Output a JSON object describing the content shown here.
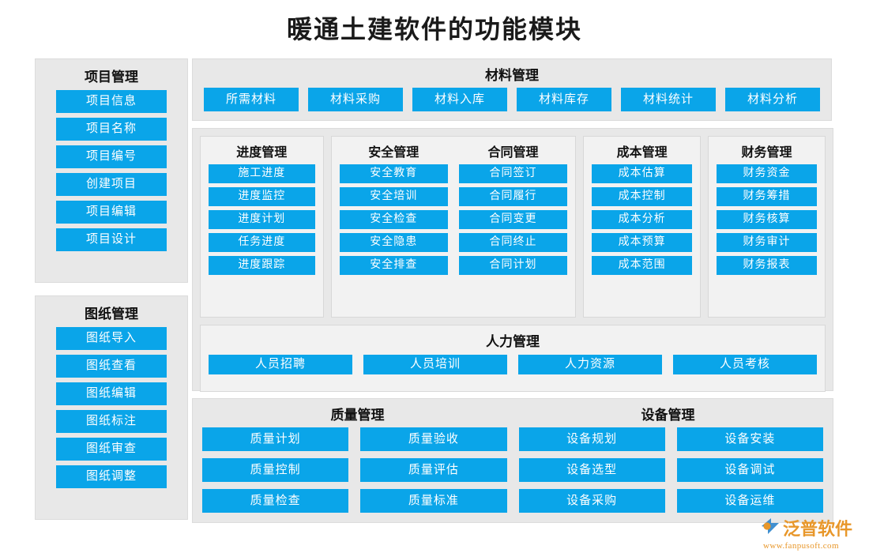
{
  "page": {
    "title": "暖通土建软件的功能模块",
    "accent_color": "#0aa5e9",
    "panel_bg": "#e8e8e8",
    "inner_bg": "#f2f2f2",
    "logo_color": "#e8972a"
  },
  "project": {
    "title": "项目管理",
    "items": [
      "项目信息",
      "项目名称",
      "项目编号",
      "创建项目",
      "项目编辑",
      "项目设计"
    ]
  },
  "drawing": {
    "title": "图纸管理",
    "items": [
      "图纸导入",
      "图纸查看",
      "图纸编辑",
      "图纸标注",
      "图纸审查",
      "图纸调整"
    ]
  },
  "material": {
    "title": "材料管理",
    "items": [
      "所需材料",
      "材料采购",
      "材料入库",
      "材料库存",
      "材料统计",
      "材料分析"
    ]
  },
  "progress": {
    "title": "进度管理",
    "items": [
      "施工进度",
      "进度监控",
      "进度计划",
      "任务进度",
      "进度跟踪"
    ]
  },
  "safety": {
    "title": "安全管理",
    "items": [
      "安全教育",
      "安全培训",
      "安全检查",
      "安全隐患",
      "安全排查"
    ]
  },
  "contract": {
    "title": "合同管理",
    "items": [
      "合同签订",
      "合同履行",
      "合同变更",
      "合同终止",
      "合同计划"
    ]
  },
  "cost": {
    "title": "成本管理",
    "items": [
      "成本估算",
      "成本控制",
      "成本分析",
      "成本预算",
      "成本范围"
    ]
  },
  "finance": {
    "title": "财务管理",
    "items": [
      "财务资金",
      "财务筹措",
      "财务核算",
      "财务审计",
      "财务报表"
    ]
  },
  "hr": {
    "title": "人力管理",
    "items": [
      "人员招聘",
      "人员培训",
      "人力资源",
      "人员考核"
    ]
  },
  "quality": {
    "title": "质量管理",
    "items": [
      "质量计划",
      "质量验收",
      "质量控制",
      "质量评估",
      "质量检查",
      "质量标准"
    ]
  },
  "equipment": {
    "title": "设备管理",
    "items": [
      "设备规划",
      "设备安装",
      "设备选型",
      "设备调试",
      "设备采购",
      "设备运维"
    ]
  },
  "bottom_grid_items": [
    "质量计划",
    "质量验收",
    "设备规划",
    "设备安装",
    "质量控制",
    "质量评估",
    "设备选型",
    "设备调试",
    "质量检查",
    "质量标准",
    "设备采购",
    "设备运维"
  ],
  "logo": {
    "brand": "泛普软件",
    "url": "www.fanpusoft.com"
  }
}
